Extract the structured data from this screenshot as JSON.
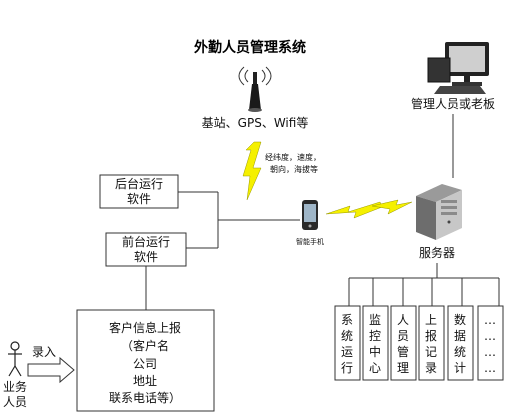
{
  "title": "外勤人员管理系统",
  "tower_label": "基站、GPS、Wifi等",
  "signal_note": [
    "经纬度，速度，",
    "朝向，海拔等"
  ],
  "admin_label": "管理人员或老板",
  "backend_box": [
    "后台运行",
    "软件"
  ],
  "frontend_box": [
    "前台运行",
    "软件"
  ],
  "phone_label": "智能手机",
  "server_label": "服务器",
  "modules": [
    [
      "系",
      "统",
      "运",
      "行"
    ],
    [
      "监",
      "控",
      "中",
      "心"
    ],
    [
      "人",
      "员",
      "管",
      "理"
    ],
    [
      "上",
      "报",
      "记",
      "录"
    ],
    [
      "数",
      "据",
      "统",
      "计"
    ],
    [
      "…",
      "…",
      "…",
      "…"
    ]
  ],
  "customer_box": [
    "客户信息上报",
    "（客户名",
    "公司",
    "地址",
    "联系电话等）"
  ],
  "input_label": "录入",
  "staff_label": [
    "业务",
    "人员"
  ]
}
